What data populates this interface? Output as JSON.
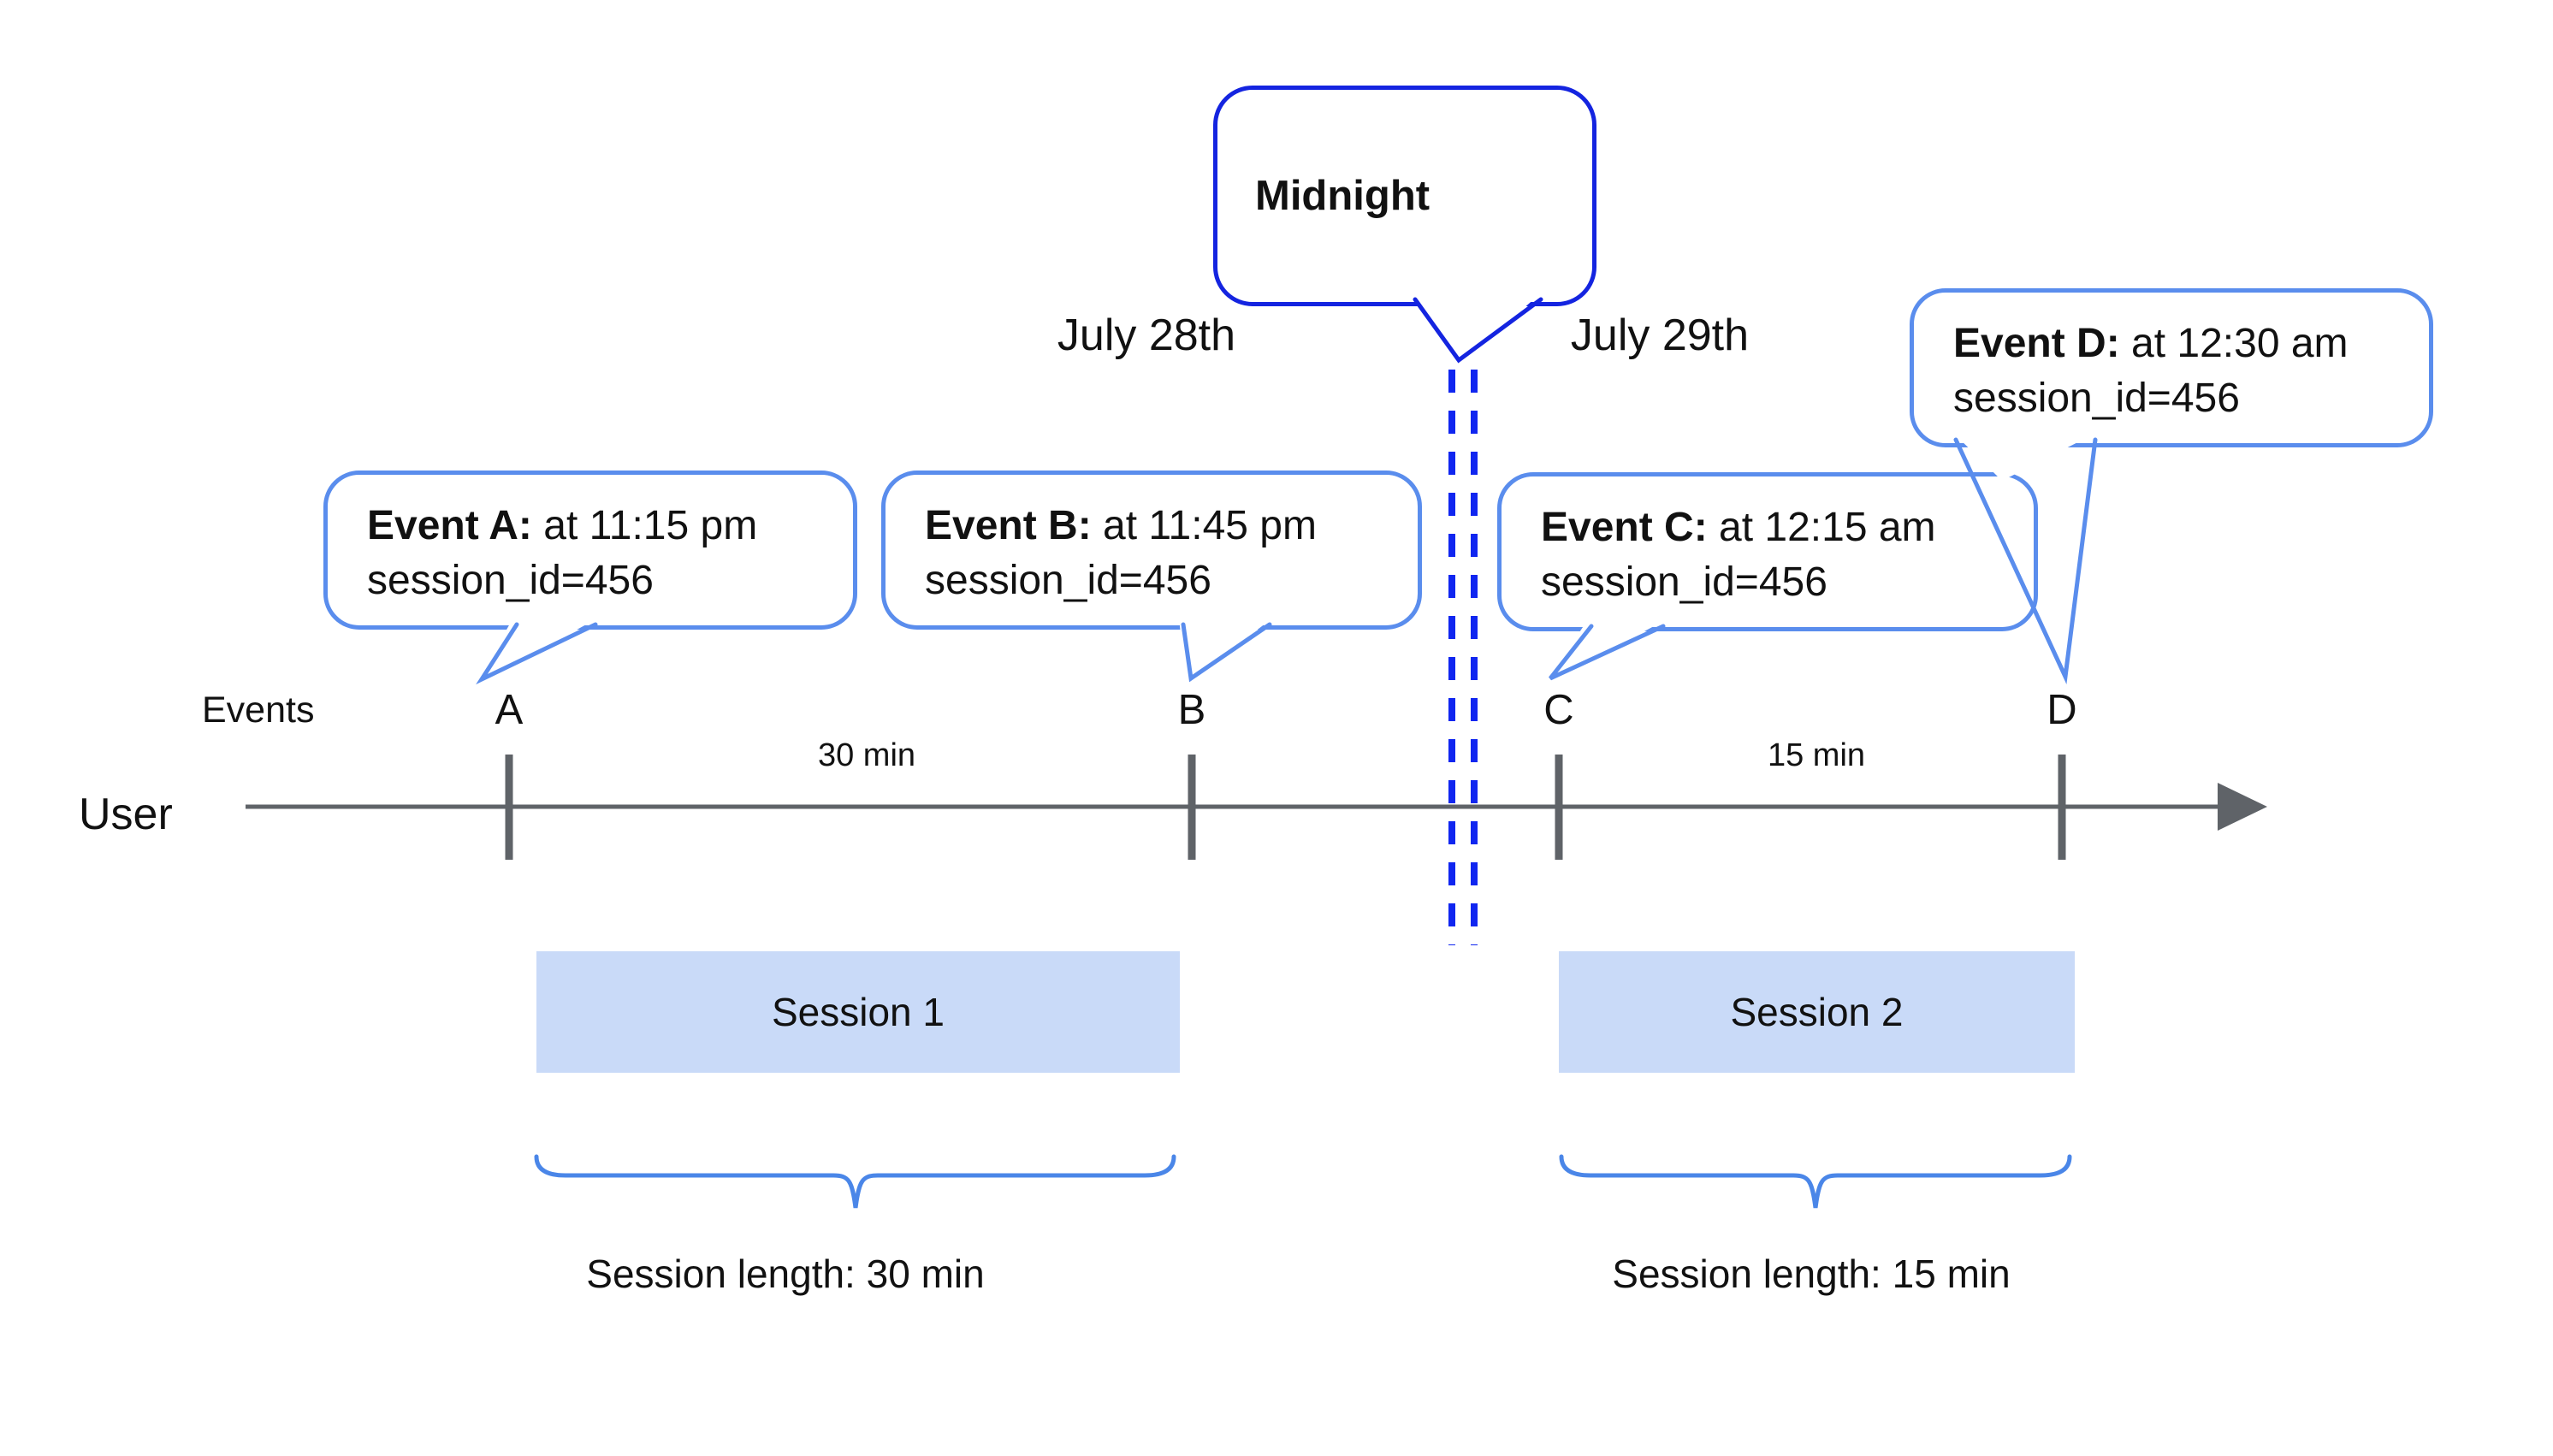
{
  "midnight_bubble": {
    "label": "Midnight"
  },
  "date_labels": {
    "before": "July 28th",
    "after": "July 29th"
  },
  "event_callouts": [
    {
      "letter": "A",
      "title": "Event A:",
      "detail": " at 11:15 pm",
      "session": "session_id=456"
    },
    {
      "letter": "B",
      "title": "Event B:",
      "detail": " at 11:45 pm",
      "session": "session_id=456"
    },
    {
      "letter": "C",
      "title": "Event C:",
      "detail": " at 12:15 am",
      "session": "session_id=456"
    },
    {
      "letter": "D",
      "title": "Event D:",
      "detail": " at 12:30 am",
      "session": "session_id=456"
    }
  ],
  "timeline": {
    "row_label": "User",
    "events_label": "Events",
    "gap_ab": "30 min",
    "gap_cd": "15 min"
  },
  "sessions": [
    {
      "name": "Session 1",
      "length": "Session length: 30 min"
    },
    {
      "name": "Session 2",
      "length": "Session length: 15 min"
    }
  ],
  "colors": {
    "callout_border": "#5a8ded",
    "midnight_border": "#1424e0",
    "dashed_line": "#1026f0",
    "brace": "#4a86e8",
    "session_fill": "#c9daf8",
    "axis": "#5f6368"
  }
}
